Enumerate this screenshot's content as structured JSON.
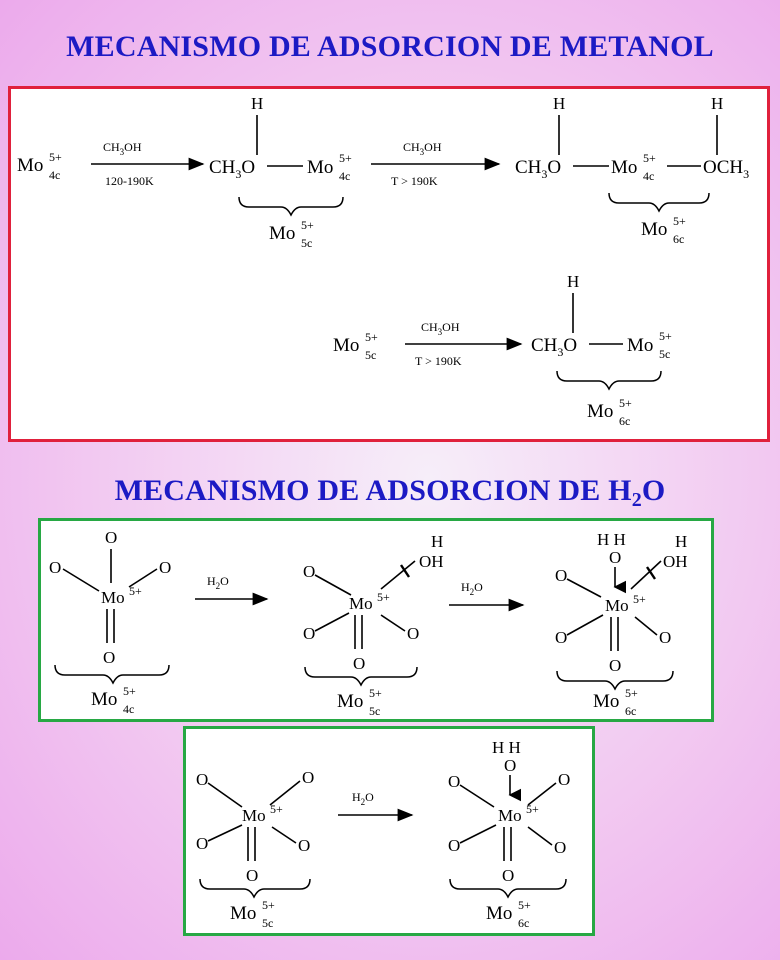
{
  "titles": {
    "methanol": "MECANISMO DE ADSORCION DE METANOL",
    "water_main": "MECANISMO DE ADSORCION DE H",
    "water_sub": "2",
    "water_tail": "O"
  },
  "colors": {
    "title": "#1c1ac4",
    "methanol_border": "#e0203c",
    "water_border": "#27a844"
  },
  "labels": {
    "mo": "Mo",
    "charge": "5+",
    "c4": "4c",
    "c5": "5c",
    "c6": "6c",
    "ch3o_pre": "CH",
    "three": "3",
    "o": "O",
    "och3_pre": "OCH",
    "h": "H",
    "hh": "H H",
    "oh": "OH",
    "ch3oh_pre": "CH",
    "ch3oh_post": "OH",
    "h2o_pre": "H",
    "two": "2",
    "h2o_post": "O",
    "cond_1": "120-190K",
    "cond_2": "T > 190K",
    "cond_3": "T > 190K"
  }
}
